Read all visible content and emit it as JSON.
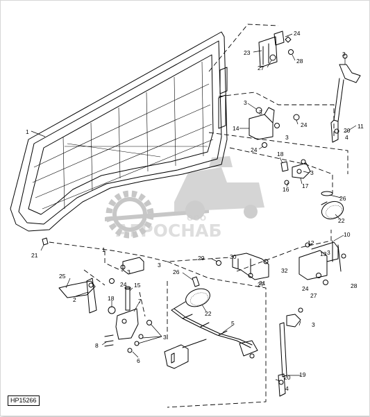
{
  "drawing_code": "HP15266",
  "watermark": {
    "brand": "АГРОСНАБ",
    "prefix": "ООО"
  },
  "callouts": {
    "c1a": "1",
    "c1b": "1",
    "c2": "2",
    "c3a": "3",
    "c3b": "3",
    "c3c": "3",
    "c3d": "3",
    "c3e": "3",
    "c3f": "3",
    "c3g": "3",
    "c3h": "3",
    "c3i": "3",
    "c3j": "3",
    "c4a": "4",
    "c4b": "4",
    "c5": "5",
    "c6": "6",
    "c7": "7",
    "c8": "8",
    "c10": "10",
    "c11": "11",
    "c12": "12",
    "c13": "13",
    "c14": "14",
    "c15": "15",
    "c16": "16",
    "c17": "17",
    "c18a": "18",
    "c18b": "18",
    "c19": "19",
    "c20a": "20",
    "c20b": "20",
    "c21": "21",
    "c22a": "22",
    "c22b": "22",
    "c23": "23",
    "c24a": "24",
    "c24b": "24",
    "c24c": "24",
    "c24d": "24",
    "c24e": "24",
    "c25": "25",
    "c26a": "26",
    "c26b": "26",
    "c27a": "27",
    "c27b": "27",
    "c27c": "27",
    "c28a": "28",
    "c28b": "28",
    "c29": "29",
    "c30": "30",
    "c31": "31",
    "c32": "32"
  }
}
